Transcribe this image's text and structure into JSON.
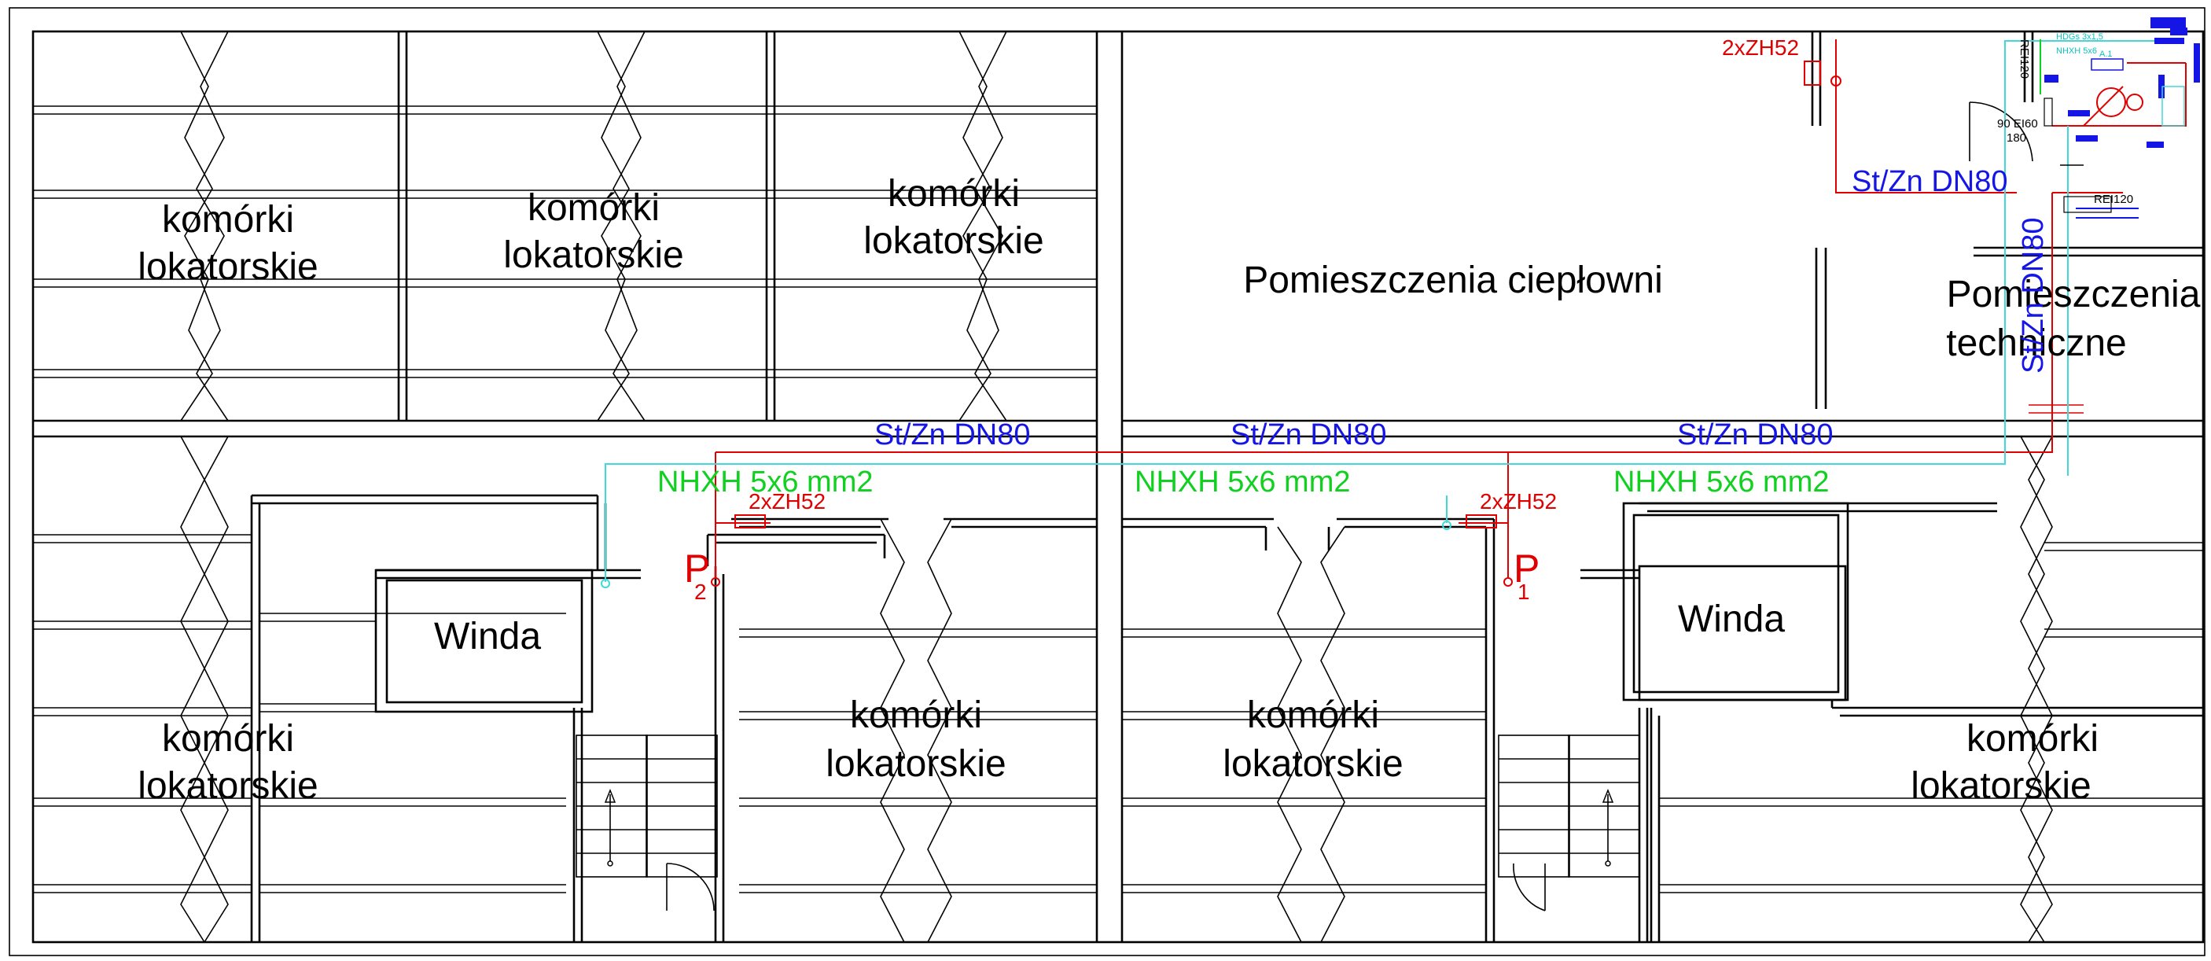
{
  "rooms": {
    "cells_top_left": [
      "komórki",
      "lokatorskie"
    ],
    "cells_top_middle": [
      "komórki",
      "lokatorskie"
    ],
    "cells_top_right": [
      "komórki",
      "lokatorskie"
    ],
    "boiler_room": "Pomieszczenia ciepłowni",
    "technical_room": [
      "Pomieszczenia",
      "techniczne"
    ],
    "elevator_left": "Winda",
    "elevator_right": "Winda",
    "cells_bottom_left": [
      "komórki",
      "lokatorskie"
    ],
    "cells_bottom_mid_left": [
      "komórki",
      "lokatorskie"
    ],
    "cells_bottom_mid_right": [
      "komórki",
      "lokatorskie"
    ],
    "cells_bottom_right": [
      "komórki",
      "lokatorskie"
    ]
  },
  "pipes": {
    "dn80_left": "St/Zn DN80",
    "dn80_middle": "St/Zn DN80",
    "dn80_right": "St/Zn DN80",
    "dn80_top": "St/Zn DN80",
    "dn80_vertical": "St/Zn DN80"
  },
  "cables": {
    "nhxh_left": "NHXH 5x6 mm2",
    "nhxh_middle": "NHXH 5x6 mm2",
    "nhxh_right": "NHXH 5x6 mm2"
  },
  "devices": {
    "zh52_left": "2xZH52",
    "zh52_right": "2xZH52",
    "zh52_top": "2xZH52",
    "p2": {
      "letter": "P",
      "index": "2"
    },
    "p1": {
      "letter": "P",
      "index": "1"
    }
  },
  "technical_marks": {
    "rei120_vertical": "REI120",
    "ei60": "90 EI60",
    "door_180": "180",
    "rei120_horizontal": "REI120",
    "panel": "A.1",
    "small_cyan_1": "HDGs 3x1,5",
    "small_cyan_2": "NHXH 5x6"
  },
  "colors": {
    "walls": "#000000",
    "pipe_text": "#1515e6",
    "cable_text": "#10d020",
    "device_red": "#e00000",
    "cable_line": "#40d8d8"
  }
}
